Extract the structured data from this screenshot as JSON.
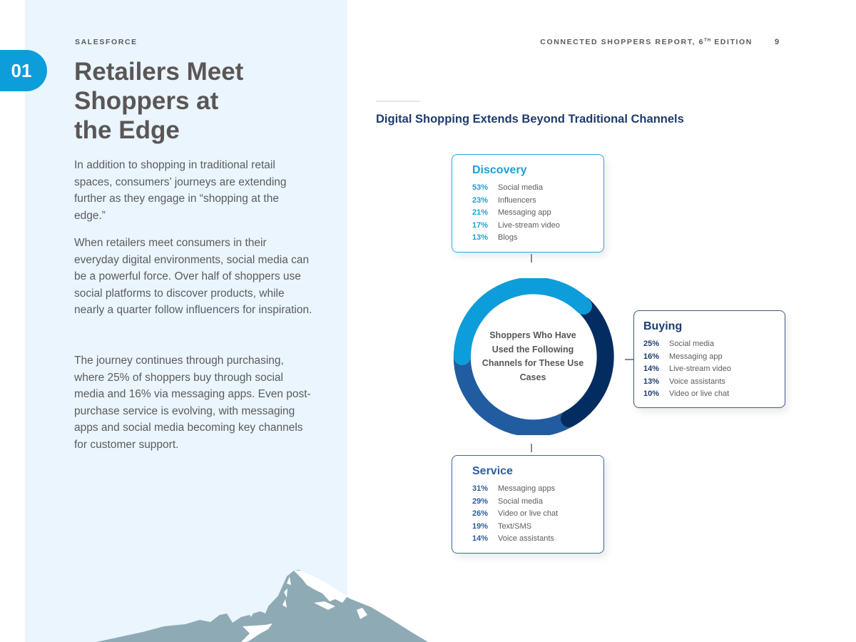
{
  "header": {
    "brand": "SALESFORCE",
    "report_title_prefix": "CONNECTED SHOPPERS REPORT, 6",
    "report_title_sup": "TH",
    "report_title_suffix": " EDITION",
    "page_number": "9"
  },
  "chapter": {
    "number": "01",
    "title": "Retailers Meet Shoppers at the Edge",
    "title_lines": [
      "Retailers Meet",
      "Shoppers at",
      "the Edge"
    ],
    "paragraphs": [
      "In addition to shopping in traditional retail spaces, consumers’ journeys are extending further as they engage in “shopping at the edge.”",
      "When retailers meet consumers in their everyday digital environments, social media can be a powerful force. Over half of shoppers use social platforms to discover products, while nearly a quarter follow influencers for inspiration.",
      "The journey continues through purchasing, where 25% of shoppers buy through social media and 16% via messaging apps. Even post-purchase service is evolving, with messaging apps and social media becoming key channels for customer support."
    ]
  },
  "figure": {
    "title": "Digital Shopping Extends Beyond Traditional Channels",
    "center_label": "Shoppers Who Have Used the Following Channels for These Use Cases",
    "colors": {
      "discovery": "#0d9dda",
      "buying": "#032d60",
      "service": "#215ca0",
      "text": "#5c5c5c"
    },
    "cards": {
      "discovery": {
        "title": "Discovery",
        "rows": [
          {
            "pct": "53%",
            "label": "Social media"
          },
          {
            "pct": "23%",
            "label": "Influencers"
          },
          {
            "pct": "21%",
            "label": "Messaging app"
          },
          {
            "pct": "17%",
            "label": "Live-stream video"
          },
          {
            "pct": "13%",
            "label": "Blogs"
          }
        ]
      },
      "buying": {
        "title": "Buying",
        "rows": [
          {
            "pct": "25%",
            "label": "Social media"
          },
          {
            "pct": "16%",
            "label": "Messaging app"
          },
          {
            "pct": "14%",
            "label": "Live-stream video"
          },
          {
            "pct": "13%",
            "label": "Voice assistants"
          },
          {
            "pct": "10%",
            "label": "Video or live chat"
          }
        ]
      },
      "service": {
        "title": "Service",
        "rows": [
          {
            "pct": "31%",
            "label": "Messaging apps"
          },
          {
            "pct": "29%",
            "label": "Social media"
          },
          {
            "pct": "26%",
            "label": "Video or live chat"
          },
          {
            "pct": "19%",
            "label": "Text/SMS"
          },
          {
            "pct": "14%",
            "label": "Voice assistants"
          }
        ]
      }
    }
  },
  "chart_data": {
    "type": "table",
    "title": "Digital Shopping Extends Beyond Traditional Channels",
    "subtitle": "Shoppers Who Have Used the Following Channels for These Use Cases",
    "unit": "%",
    "series": [
      {
        "name": "Discovery",
        "categories": [
          "Social media",
          "Influencers",
          "Messaging app",
          "Live-stream video",
          "Blogs"
        ],
        "values": [
          53,
          23,
          21,
          17,
          13
        ]
      },
      {
        "name": "Buying",
        "categories": [
          "Social media",
          "Messaging app",
          "Live-stream video",
          "Voice assistants",
          "Video or live chat"
        ],
        "values": [
          25,
          16,
          14,
          13,
          10
        ]
      },
      {
        "name": "Service",
        "categories": [
          "Messaging apps",
          "Social media",
          "Video or live chat",
          "Text/SMS",
          "Voice assistants"
        ],
        "values": [
          31,
          29,
          26,
          19,
          14
        ]
      }
    ]
  }
}
